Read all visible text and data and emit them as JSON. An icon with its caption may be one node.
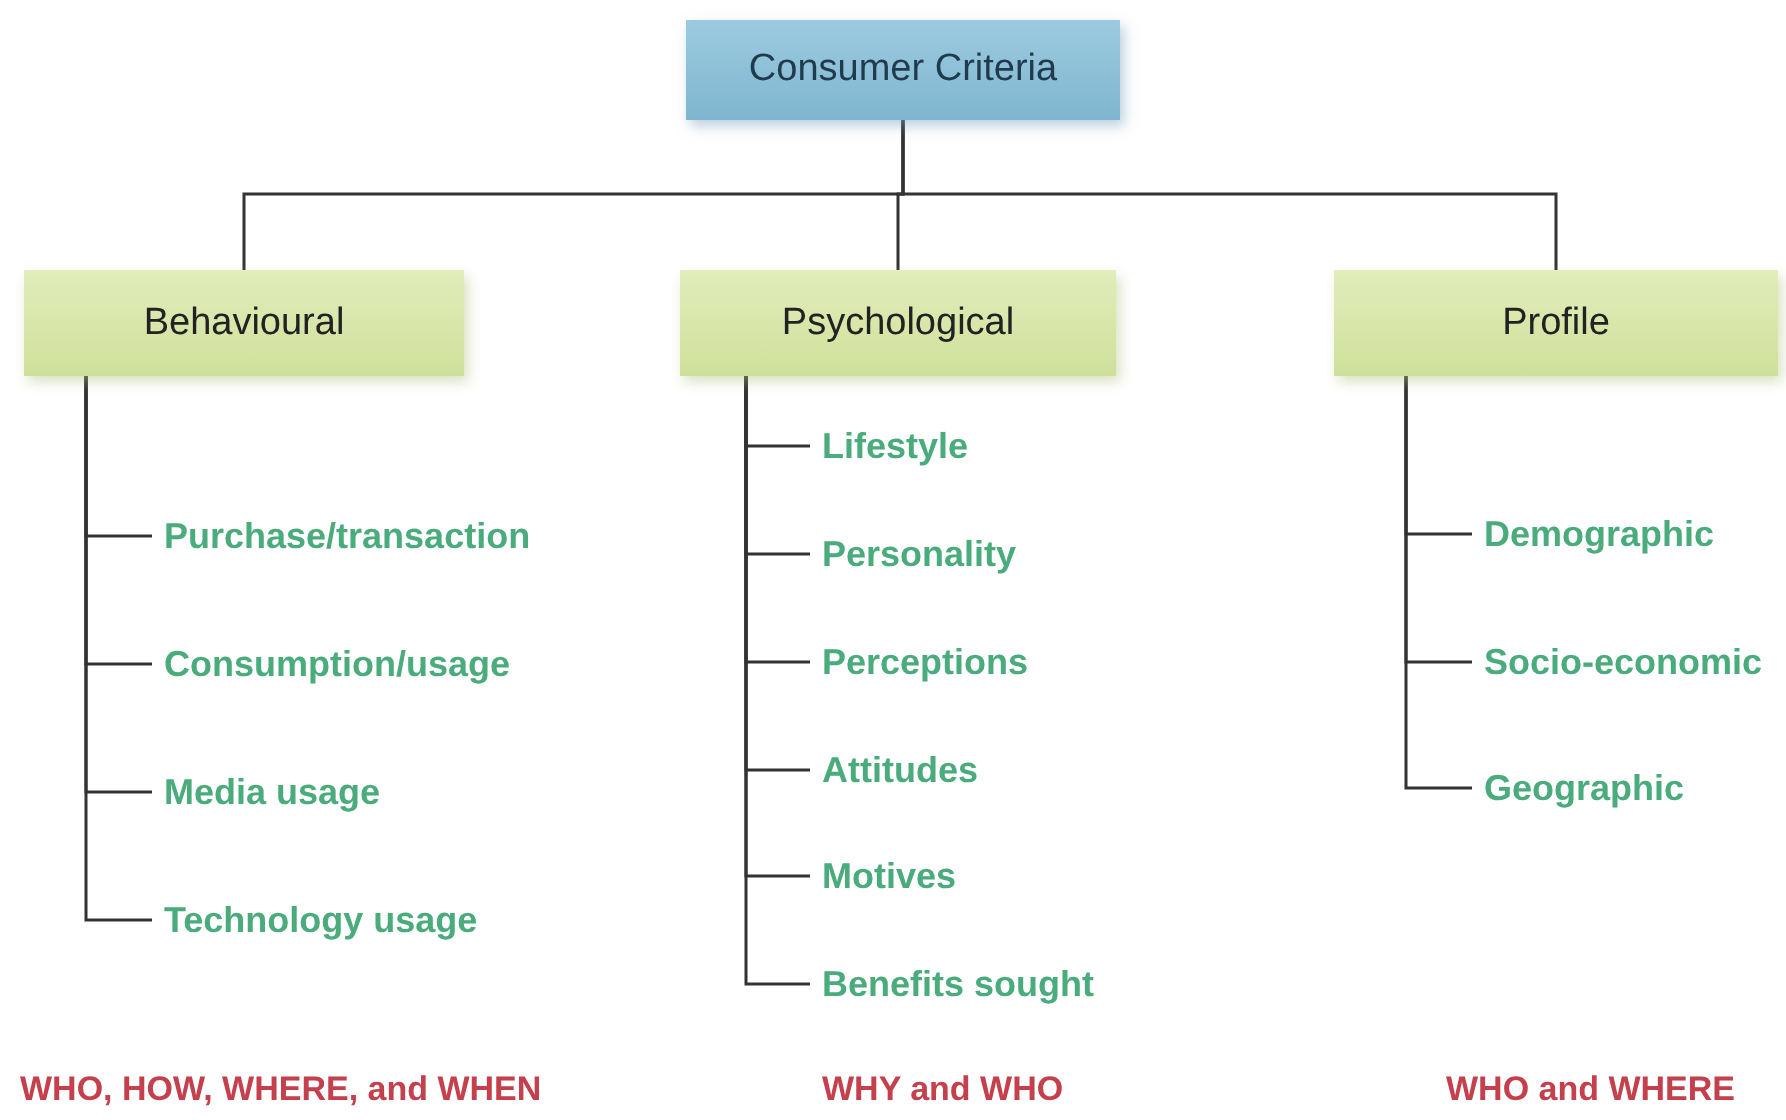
{
  "diagram": {
    "nodes": [
      {
        "text": [
          "Consumer Criteria"
        ]
      },
      {
        "text": [
          "Behavioural"
        ]
      },
      {
        "text": [
          "Psychological"
        ]
      },
      {
        "text": [
          "Profile"
        ]
      },
      {
        "text": [
          "Purchase/transaction"
        ]
      },
      {
        "text": [
          "Consumption/usage"
        ]
      },
      {
        "text": [
          "Media usage"
        ]
      },
      {
        "text": [
          "Technology usage"
        ]
      },
      {
        "text": [
          "Lifestyle"
        ]
      },
      {
        "text": [
          "Personality"
        ]
      },
      {
        "text": [
          "Perceptions"
        ]
      },
      {
        "text": [
          "Attitudes"
        ]
      },
      {
        "text": [
          "Motives"
        ]
      },
      {
        "text": [
          "Benefits sought"
        ]
      },
      {
        "text": [
          "Demographic"
        ]
      },
      {
        "text": [
          "Socio-economic"
        ]
      },
      {
        "text": [
          "Geographic"
        ]
      }
    ],
    "edges": [
      {
        "from": 0,
        "to": 1,
        "arrow": "none"
      },
      {
        "from": 0,
        "to": 2,
        "arrow": "none"
      },
      {
        "from": 0,
        "to": 3,
        "arrow": "none"
      },
      {
        "from": 1,
        "to": 4,
        "arrow": "none"
      },
      {
        "from": 1,
        "to": 5,
        "arrow": "none"
      },
      {
        "from": 1,
        "to": 6,
        "arrow": "none"
      },
      {
        "from": 1,
        "to": 7,
        "arrow": "none"
      },
      {
        "from": 2,
        "to": 8,
        "arrow": "none"
      },
      {
        "from": 2,
        "to": 9,
        "arrow": "none"
      },
      {
        "from": 2,
        "to": 10,
        "arrow": "none"
      },
      {
        "from": 2,
        "to": 11,
        "arrow": "none"
      },
      {
        "from": 2,
        "to": 12,
        "arrow": "none"
      },
      {
        "from": 2,
        "to": 13,
        "arrow": "none"
      },
      {
        "from": 3,
        "to": 14,
        "arrow": "none"
      },
      {
        "from": 3,
        "to": 15,
        "arrow": "none"
      },
      {
        "from": 3,
        "to": 16,
        "arrow": "none"
      }
    ],
    "labels": [
      "WHO, HOW, WHERE, and WHEN",
      "WHY and WHO",
      "WHO and WHERE"
    ]
  }
}
